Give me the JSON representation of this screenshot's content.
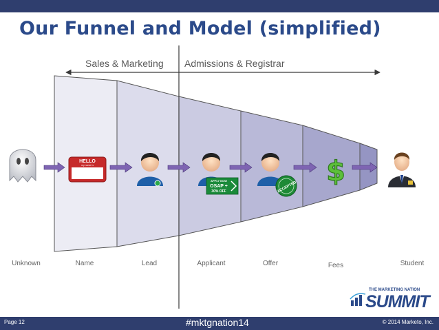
{
  "title": "Our Funnel and Model (simplified)",
  "sections": {
    "left": "Sales & Marketing",
    "right": "Admissions & Registrar"
  },
  "stages": [
    "Unknown",
    "Name",
    "Lead",
    "Applicant",
    "Offer",
    "Fees",
    "Student"
  ],
  "icons": {
    "hello_badge": {
      "line1": "HELLO",
      "line2": "my name is"
    },
    "apply_badge": {
      "line1": "APPLY NOW",
      "line2": "OSAP +",
      "line3": "30% OFF"
    },
    "accepted_stamp": "ACCEPTED",
    "dollar_sign": "$"
  },
  "footer": {
    "page": "Page 12",
    "hashtag": "#mktgnation14",
    "copyright": "© 2014 Marketo, Inc.",
    "logo_top": "THE MARKETING NATION",
    "logo_main": "SUMMIT"
  },
  "colors": {
    "bar": "#2f3e6e",
    "title": "#2b4a8a",
    "funnel_segments": [
      "#ececf4",
      "#dcdcec",
      "#cbcbe2",
      "#b9b9d8",
      "#a7a7cd",
      "#9595c3"
    ],
    "arrows": "#7e64b2"
  }
}
